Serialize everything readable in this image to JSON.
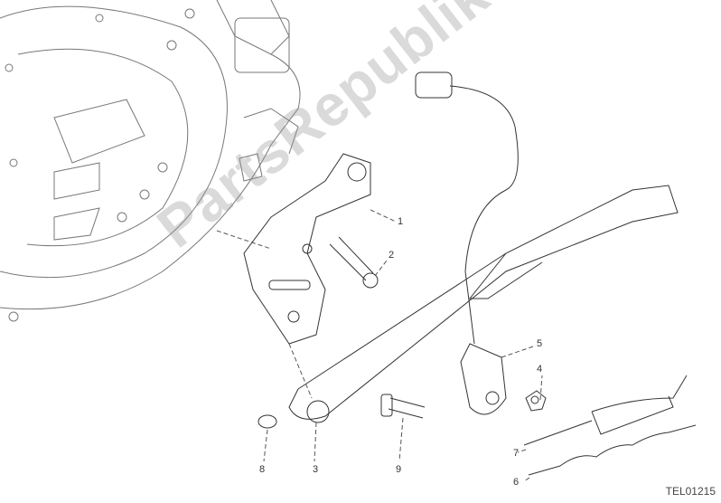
{
  "diagram": {
    "part_numbers": [
      "1",
      "2",
      "3",
      "4",
      "5",
      "6",
      "7",
      "8",
      "9"
    ],
    "drawing_code": "TEL01215",
    "watermark": "PartsRepublik",
    "line_color": "#333333"
  }
}
